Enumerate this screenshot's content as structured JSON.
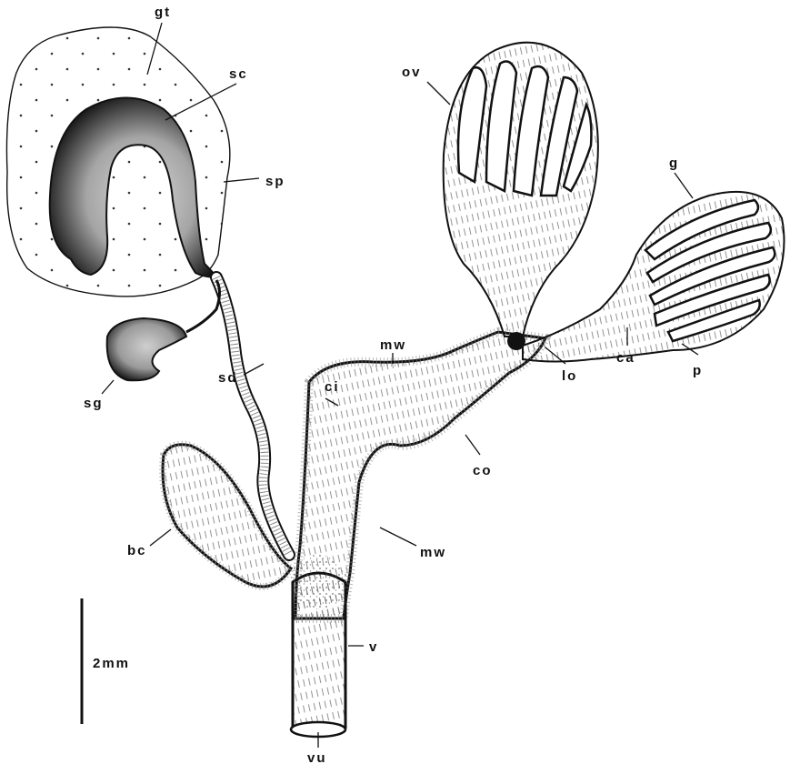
{
  "labels": {
    "gt": "gt",
    "sc": "sc",
    "sp": "sp",
    "sg": "sg",
    "sd": "sd",
    "bc": "bc",
    "ci": "ci",
    "mw_upper": "mw",
    "mw_lower": "mw",
    "co": "co",
    "ov": "ov",
    "g": "g",
    "ca": "ca",
    "p": "p",
    "lo": "lo",
    "v": "v",
    "vu": "vu"
  },
  "scale_bar": {
    "label": "2mm"
  },
  "colors": {
    "ink": "#111111",
    "stipple": "#777777",
    "background": "#ffffff"
  }
}
